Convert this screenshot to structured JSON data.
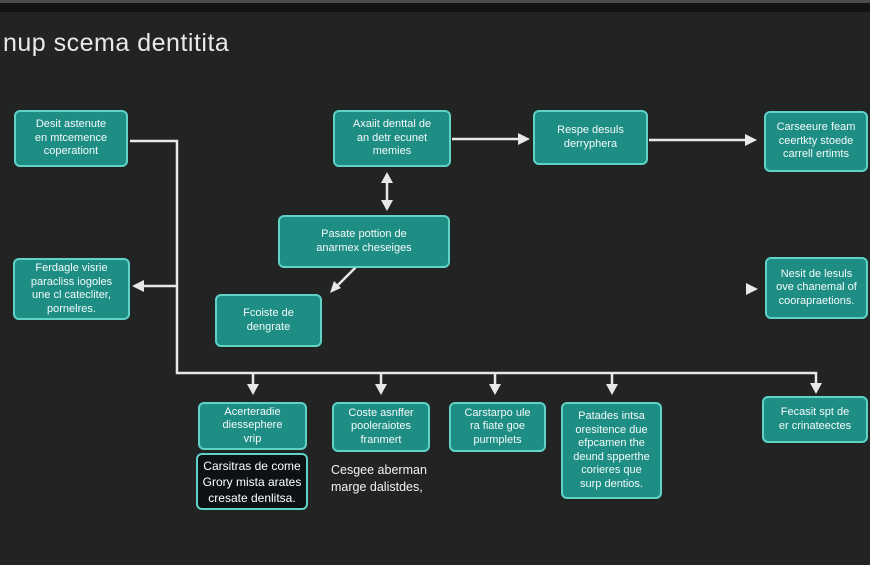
{
  "title": "nup scema dentitita",
  "colors": {
    "background": "#222424",
    "box_fill": "#1e8e85",
    "box_border": "#5fd3c6",
    "dark_box_fill": "#0c1113",
    "arrow": "#e8e8e8",
    "text": "#f4faf9"
  },
  "boxes": [
    {
      "id": "desit",
      "label": "Desit astenute\nen mtcemence\ncoperationt"
    },
    {
      "id": "axaiit",
      "label": "Axaiit denttal de\nan detr ecunet\nmemies"
    },
    {
      "id": "respe",
      "label": "Respe desuls\nderryphera"
    },
    {
      "id": "carseeure",
      "label": "Carseeure feam\nceertkty stoede\ncarrell ertimts"
    },
    {
      "id": "pasate",
      "label": "Pasate pottion de\nanarmex cheseiges"
    },
    {
      "id": "ferdagle",
      "label": "Ferdagle visrie\nparacliss iogoles\nune cl catecliter,\npornelres."
    },
    {
      "id": "fcoiste",
      "label": "Fcoiste de\ndengrate"
    },
    {
      "id": "nesit",
      "label": "Nesit de lesuls\nove chanemal of\ncoorapraetions."
    },
    {
      "id": "acerteradie",
      "label": "Acerteradie\ndiessephere\nvrip"
    },
    {
      "id": "carsitras",
      "label": "Carsitras de come\nGrory mista arates\ncresate denlitsa."
    },
    {
      "id": "coste",
      "label": "Coste asnffer\npooleraiotes\nfranmert"
    },
    {
      "id": "carstarpo",
      "label": "Carstarpo ule\nra fiate goe\npurmplets"
    },
    {
      "id": "patades",
      "label": "Patades intsa\noresitence due\nefpcamen the\ndeund spperthe\ncorieres que\nsurp dentios."
    },
    {
      "id": "fecasit",
      "label": "Fecasit spt de\ner crinateectes"
    }
  ],
  "free_texts": [
    {
      "id": "cesgee",
      "label": "Cesgee aberman\nmarge dalistdes,"
    }
  ]
}
